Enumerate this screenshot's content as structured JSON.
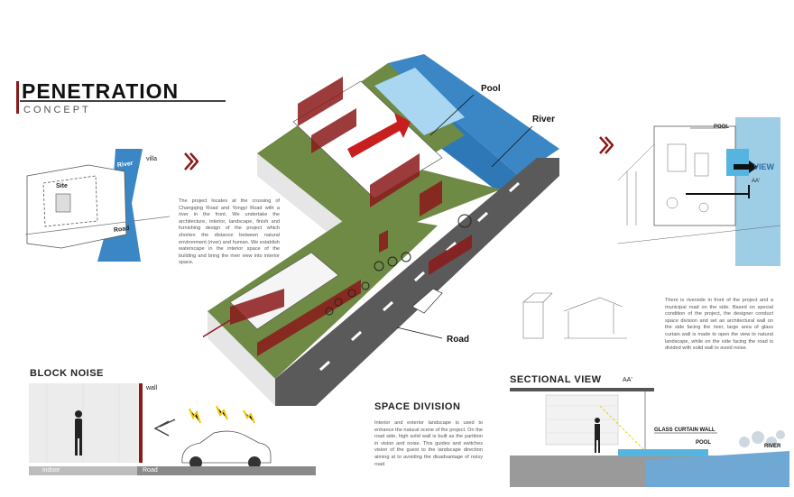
{
  "title": {
    "main": "PENETRATION",
    "sub": "CONCEPT"
  },
  "site_map": {
    "river": "River",
    "villa": "villa",
    "site": "Site",
    "road": "Road"
  },
  "intro_text": "The project locates at the crossing of Changqing Road and Yongyi Road with a river in the front. We undertake the architecture, interior, landscape, finish and furnishing design of the project which shorten the distance between natural environment (river) and human. We establish waterscape in the interior space of the building and bring the river view into interior space.",
  "axon": {
    "pool": "Pool",
    "river": "River",
    "road": "Road",
    "view": "VIEW"
  },
  "plan": {
    "pool": "POOL",
    "view": "VIEW",
    "section_mark": "AA'"
  },
  "block_noise": {
    "heading": "BLOCK NOISE",
    "wall": "wall",
    "indoor": "indoor",
    "road": "Road"
  },
  "space_division": {
    "heading": "SPACE DIVISION",
    "text": "Interior and exterior landscape is used to enhance the natural scene of the project. On the road side, high solid wall is built as the partition in vision and noise. This guides and switches vision of the guest to the landscape direction aiming at to avoiding the disadvantage of noisy road"
  },
  "right_text": "There is riverside in front of the project and a municipal road on the side. Based on special condition of the project, the designer conduct space division and set an architectural wall on the side facing the river, large area of glass curtain wall is made to open the view to natural landscape, while on the side facing the road is divided with solid wall to avoid noise.",
  "sectional": {
    "heading": "SECTIONAL VIEW",
    "mark": "AA'",
    "glass": "GLASS CURTAIN WALL",
    "pool": "POOL",
    "river": "RIVER"
  },
  "colors": {
    "accent": "#8b1a1a",
    "water": "#3b86c4",
    "grass": "#6e8a45",
    "road": "#5a5a5a"
  }
}
